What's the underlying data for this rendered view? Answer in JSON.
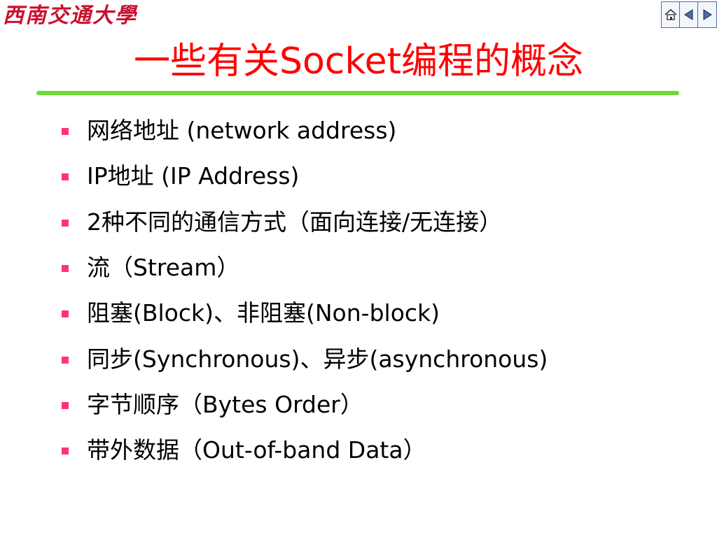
{
  "header": {
    "logo_text": "西南交通大學"
  },
  "nav": {
    "home_icon": "home-icon",
    "prev_icon": "prev-arrow-icon",
    "next_icon": "next-arrow-icon"
  },
  "slide": {
    "title": "一些有关Socket编程的概念",
    "bullets": [
      "网络地址 (network address)",
      "IP地址 (IP Address)",
      "2种不同的通信方式（面向连接/无连接）",
      "流（Stream）",
      "阻塞(Block)、非阻塞(Non-block)",
      "同步(Synchronous)、异步(asynchronous)",
      "字节顺序（Bytes Order）",
      "带外数据（Out-of-band Data）"
    ]
  },
  "colors": {
    "title": "#ff0000",
    "rule": "#66dd33",
    "bullet": "#ff3377",
    "logo": "#c8102e"
  }
}
